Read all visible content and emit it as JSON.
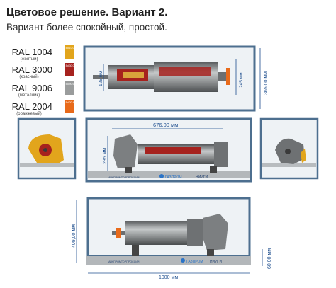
{
  "header": {
    "title": "Цветовое решение. Вариант 2.",
    "subtitle": "Вариант более спокойный, простой."
  },
  "palette": [
    {
      "code": "RAL 1004",
      "desc": "(желтый)",
      "hex": "#e2a51c",
      "swatch_text": "Bd 10 0"
    },
    {
      "code": "RAL 3000",
      "desc": "(красный)",
      "hex": "#a6221e",
      "swatch_text": "Bd 30 0"
    },
    {
      "code": "RAL 9006",
      "desc": "(металлик)",
      "hex": "#9a9c9c",
      "swatch_text": "Bd 90 6"
    },
    {
      "code": "RAL 2004",
      "desc": "(оранжевый)",
      "hex": "#e86a1a",
      "swatch_text": "Bd 20 4"
    }
  ],
  "dimensions": {
    "top_height_inner": "125 мм",
    "top_height_outer": "245 мм",
    "top_height_frame": "365,00 мм",
    "middle_length": "676,00 мм",
    "middle_height": "235 мм",
    "bottom_height": "409,00 мм",
    "bottom_base": "60,00 мм",
    "bottom_width": "1000 мм"
  },
  "logos": {
    "ministry": "МИНПРОМТОРГ РОССИИ",
    "gazprom": "ГАЗПРОМ",
    "niigi": "НИИГИ"
  },
  "colors": {
    "frame": "#4d6f8f",
    "glass": "#eef2f5",
    "dimension": "#1f4f8f",
    "yellow": "#e2a51c",
    "red": "#a6221e",
    "metal": "#8e9192",
    "orange": "#e86a1a"
  }
}
